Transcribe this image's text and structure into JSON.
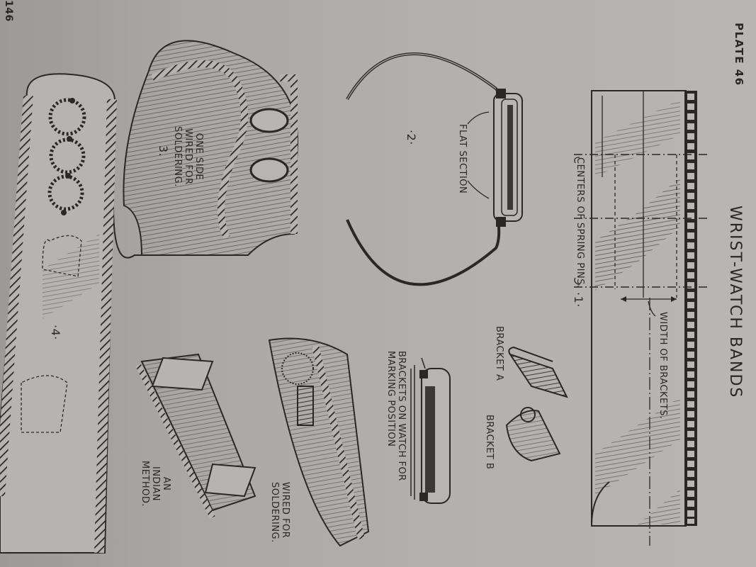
{
  "page": {
    "plate_label": "PLATE 46",
    "title": "WRIST-WATCH BANDS",
    "page_number": "146",
    "orientation": "rotated 90 degrees clockwise"
  },
  "figures": [
    {
      "number": "·1·",
      "labels": {
        "centers": "CENTERS OF SPRING PINS.",
        "width": "WIDTH OF BRACKETS."
      }
    },
    {
      "number": "·2·",
      "labels": {
        "flat_section": "FLAT SECTION"
      }
    },
    {
      "number": "3.",
      "labels": {
        "line1": "ONE SIDE",
        "line2": "WIRED FOR",
        "line3": "SOLDERING."
      }
    },
    {
      "number": "·4·"
    }
  ],
  "brackets": {
    "a": "BRACKET A",
    "b": "BRACKET B",
    "on_watch_line1": "BRACKETS ON WATCH FOR",
    "on_watch_line2": "MARKING POSITION"
  },
  "methods": {
    "wired_line1": "WIRED FOR",
    "wired_line2": "SOLDERING.",
    "indian_line1": "AN",
    "indian_line2": "INDIAN",
    "indian_line3": "METHOD."
  },
  "colors": {
    "ink": "#2a2826",
    "paper": "#b3b1af"
  }
}
